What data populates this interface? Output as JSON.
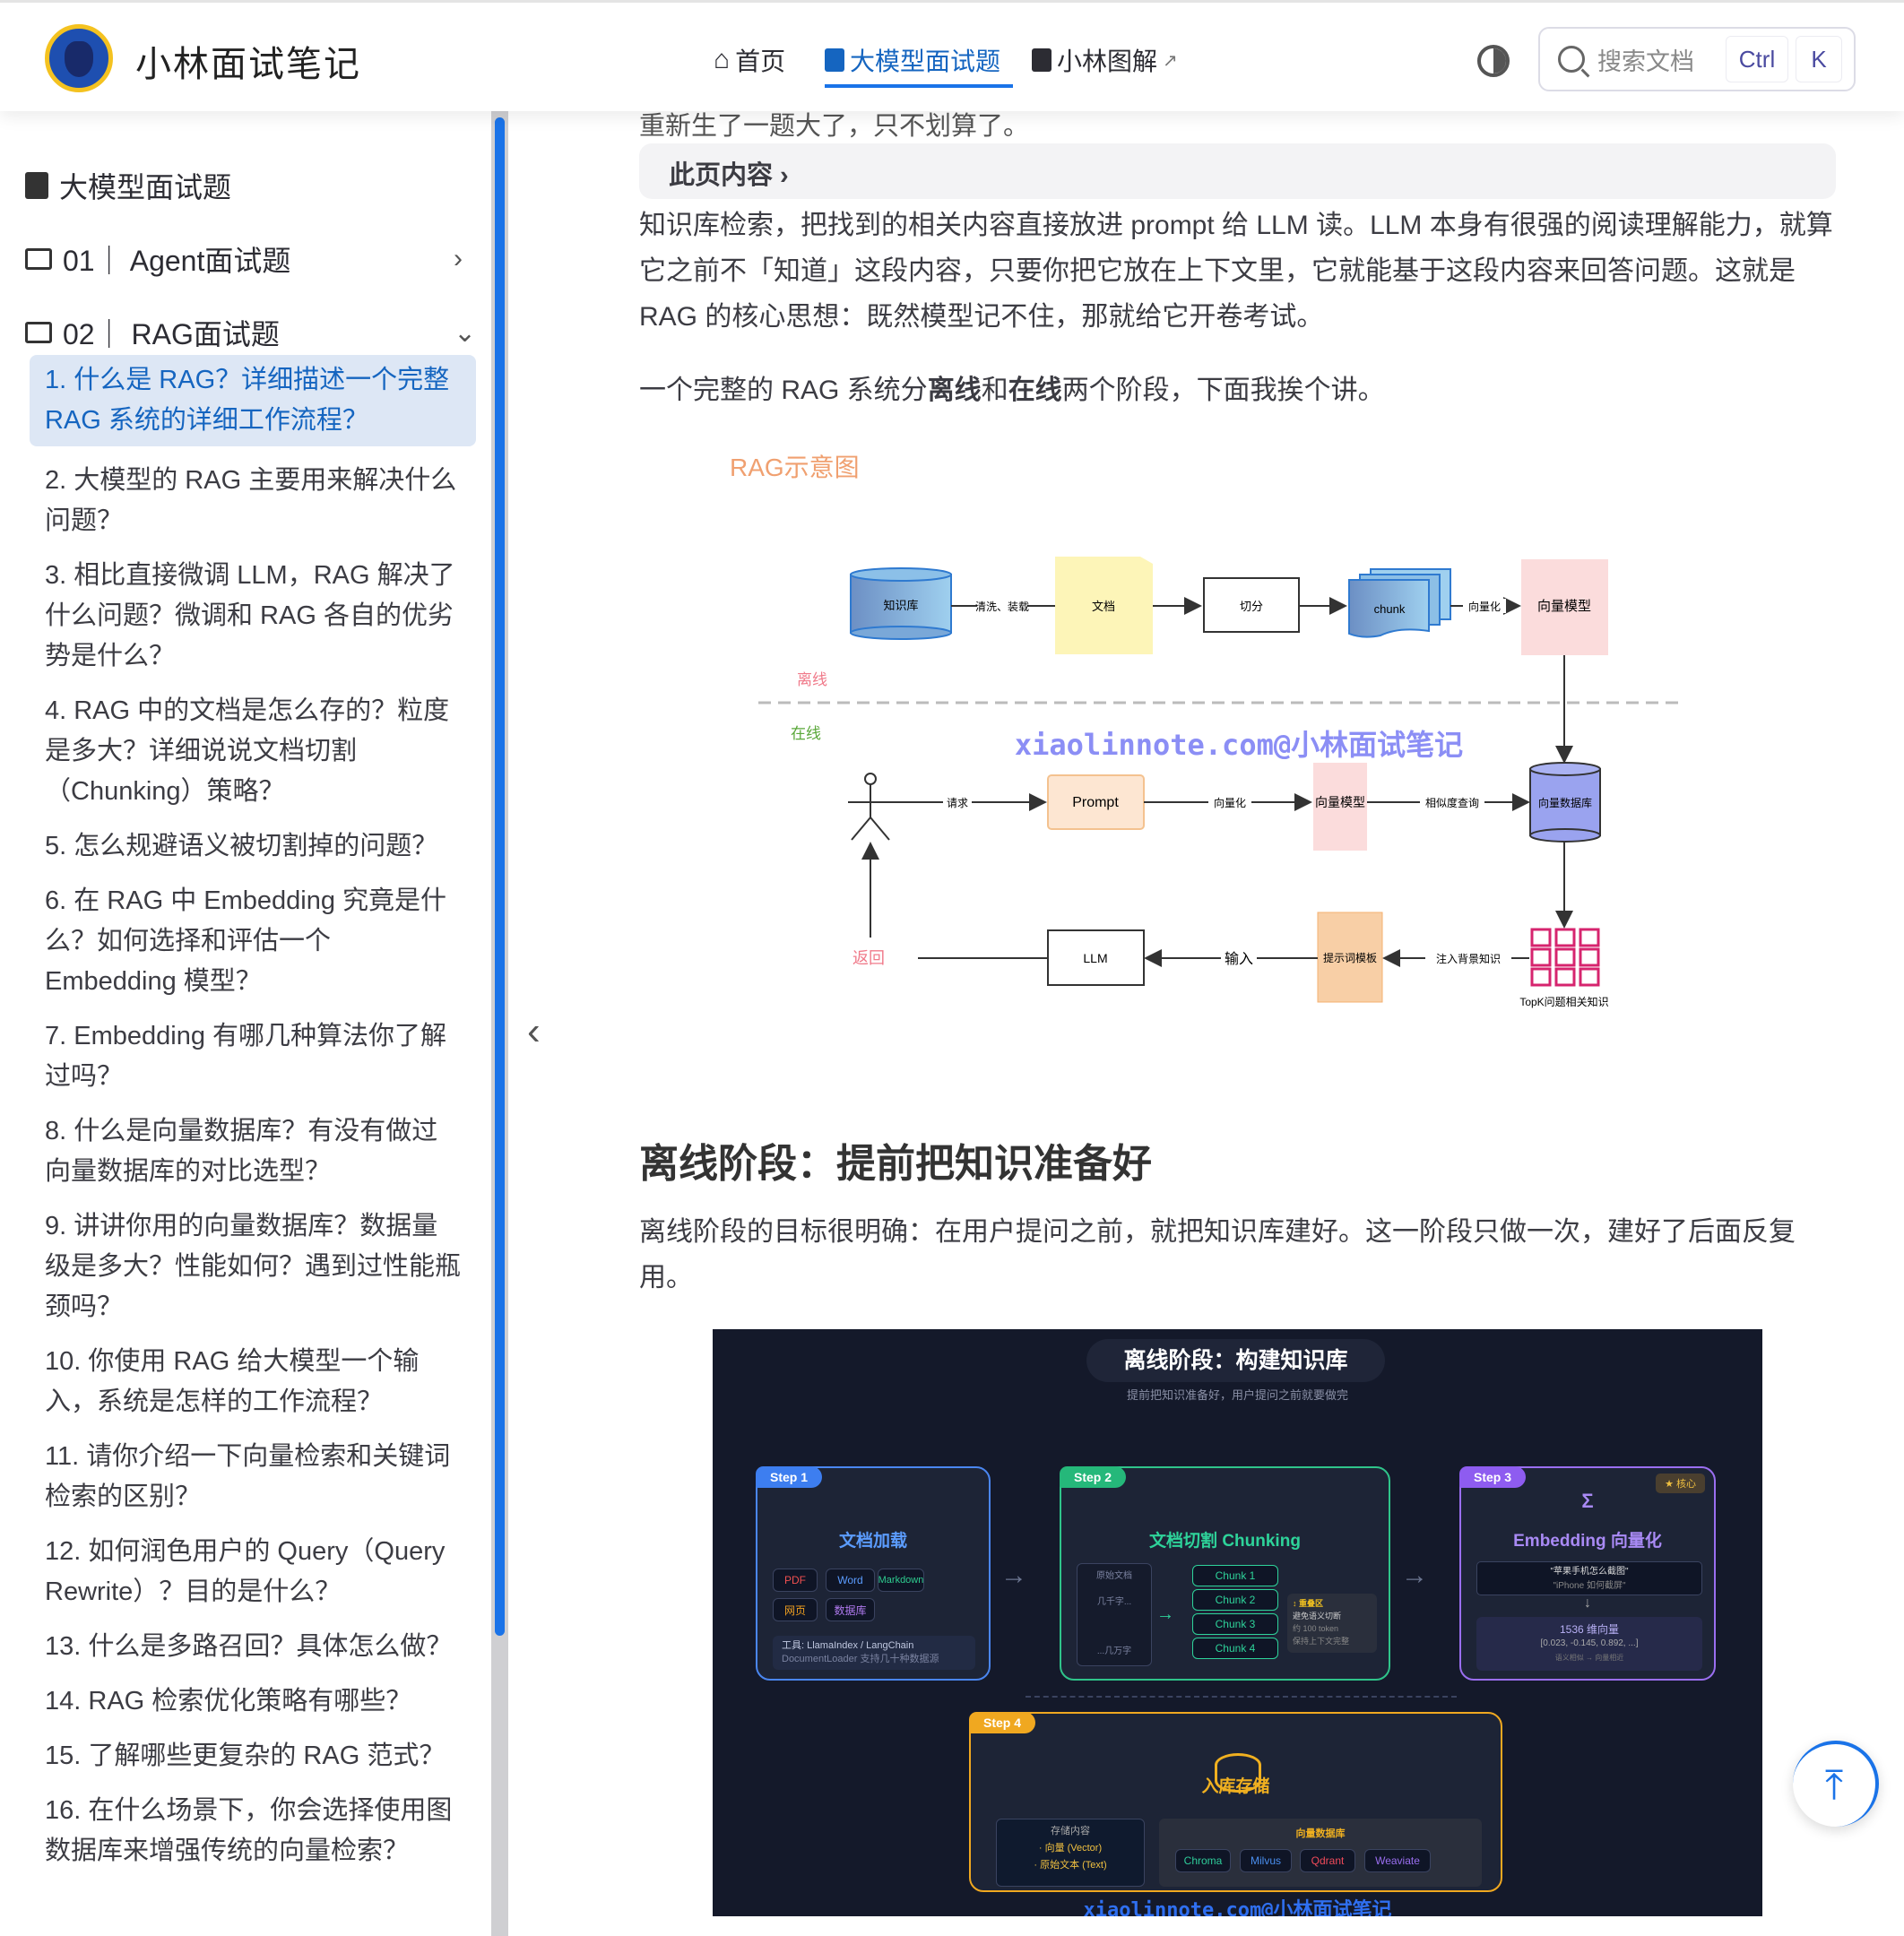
{
  "header": {
    "site_title": "小林面试笔记",
    "nav": [
      {
        "label": "首页",
        "icon": "home-icon"
      },
      {
        "label": "大模型面试题",
        "icon": "book-icon"
      },
      {
        "label": "小林图解",
        "icon": "book-icon",
        "external": "↗"
      }
    ],
    "search_placeholder": "搜索文档",
    "kbd": [
      "Ctrl",
      "K"
    ]
  },
  "sidebar": {
    "title": "大模型面试题",
    "groups": [
      {
        "label": "01｜ Agent面试题",
        "chev": "›"
      },
      {
        "label": "02｜ RAG面试题",
        "chev": "⌄"
      }
    ],
    "items": [
      "1. 什么是 RAG？详细描述一个完整 RAG 系统的详细工作流程？",
      "2. 大模型的 RAG 主要用来解决什么问题？",
      "3. 相比直接微调 LLM，RAG 解决了什么问题？微调和 RAG 各自的优劣势是什么？",
      "4. RAG 中的文档是怎么存的？粒度是多大？详细说说文档切割（Chunking）策略？",
      "5. 怎么规避语义被切割掉的问题？",
      "6. 在 RAG 中 Embedding 究竟是什么？如何选择和评估一个 Embedding 模型？",
      "7. Embedding 有哪几种算法你了解过吗？",
      "8. 什么是向量数据库？有没有做过向量数据库的对比选型？",
      "9. 讲讲你用的向量数据库？数据量级是多大？性能如何？遇到过性能瓶颈吗？",
      "10. 你使用 RAG 给大模型一个输入，系统是怎样的工作流程？",
      "11. 请你介绍一下向量检索和关键词检索的区别？",
      "12. 如何润色用户的 Query（Query Rewrite）？目的是什么？",
      "13. 什么是多路召回？具体怎么做？",
      "14. RAG 检索优化策略有哪些？",
      "15. 了解哪些更复杂的 RAG 范式？",
      "16. 在什么场景下，你会选择使用图数据库来增强传统的向量检索？"
    ]
  },
  "content": {
    "partial_top": "重新生了一题大了，只不划算了。",
    "toc": "此页内容 ›",
    "para1": "知识库检索，把找到的相关内容直接放进 prompt 给 LLM 读。LLM 本身有很强的阅读理解能力，就算它之前不「知道」这段内容，只要你把它放在上下文里，它就能基于这段内容来回答问题。这就是 RAG 的核心思想：既然模型记不住，那就给它开卷考试。",
    "para2_a": "一个完整的 RAG 系统分",
    "para2_b": "离线",
    "para2_c": "和",
    "para2_d": "在线",
    "para2_e": "两个阶段，下面我挨个讲。",
    "caption": "RAG示意图",
    "h2": "离线阶段：提前把知识准备好",
    "para3": "离线阶段的目标很明确：在用户提问之前，就把知识库建好。这一阶段只做一次，建好了后面反复用。"
  },
  "diagram": {
    "kb": "知识库",
    "clean": "清洗、装载",
    "doc": "文档",
    "split": "切分",
    "chunk": "chunk",
    "vec": "向量化",
    "model": "向量模型",
    "offline": "离线",
    "online": "在线",
    "watermark": "xiaolinnote.com@小林面试笔记",
    "req": "请求",
    "prompt": "Prompt",
    "vec2": "向量化",
    "model2": "向量模型",
    "sim": "相似度查询",
    "vdb": "向量数据库",
    "topk": "TopK问题相关知识",
    "inject": "注入背景知识",
    "tpl": "提示词模板",
    "input": "输入",
    "llm": "LLM",
    "ret": "返回"
  },
  "infographic": {
    "title": "离线阶段：构建知识库",
    "subtitle": "提前把知识准备好，用户提问之前就要做完",
    "step1": {
      "badge": "Step 1",
      "title": "文档加载",
      "chips": [
        "PDF",
        "Word",
        "Markdown",
        "网页",
        "数据库"
      ],
      "tool": "工具: LlamaIndex / LangChain",
      "tool_sub": "DocumentLoader 支持几十种数据源"
    },
    "step2": {
      "badge": "Step 2",
      "title": "文档切割 Chunking",
      "orig": "原始文档",
      "orig_a": "几千字...",
      "orig_b": "...几万字",
      "chunks": [
        "Chunk 1",
        "Chunk 2",
        "Chunk 3",
        "Chunk 4"
      ],
      "overlap": "↕ 重叠区",
      "overlap_a": "避免语义切断",
      "overlap_b": "约 100 token",
      "overlap_c": "保持上下文完整"
    },
    "step3": {
      "badge": "Step 3",
      "core": "★ 核心",
      "title": "Embedding 向量化",
      "q1": "\"苹果手机怎么截图\"",
      "q2": "\"iPhone 如何截屏\"",
      "dim": "1536 维向量",
      "vec": "[0.023, -0.145, 0.892, ...]",
      "note": "语义相似 → 向量相近"
    },
    "step4": {
      "badge": "Step 4",
      "title": "入库存储",
      "store": "存储内容",
      "s1": "· 向量 (Vector)",
      "s2": "· 原始文本 (Text)",
      "vdb": "向量数据库",
      "dbs": [
        "Chroma",
        "Milvus",
        "Qdrant",
        "Weaviate"
      ]
    },
    "watermark": "xiaolinnote.com@小林面试笔记"
  },
  "back_to_top": "⤒"
}
